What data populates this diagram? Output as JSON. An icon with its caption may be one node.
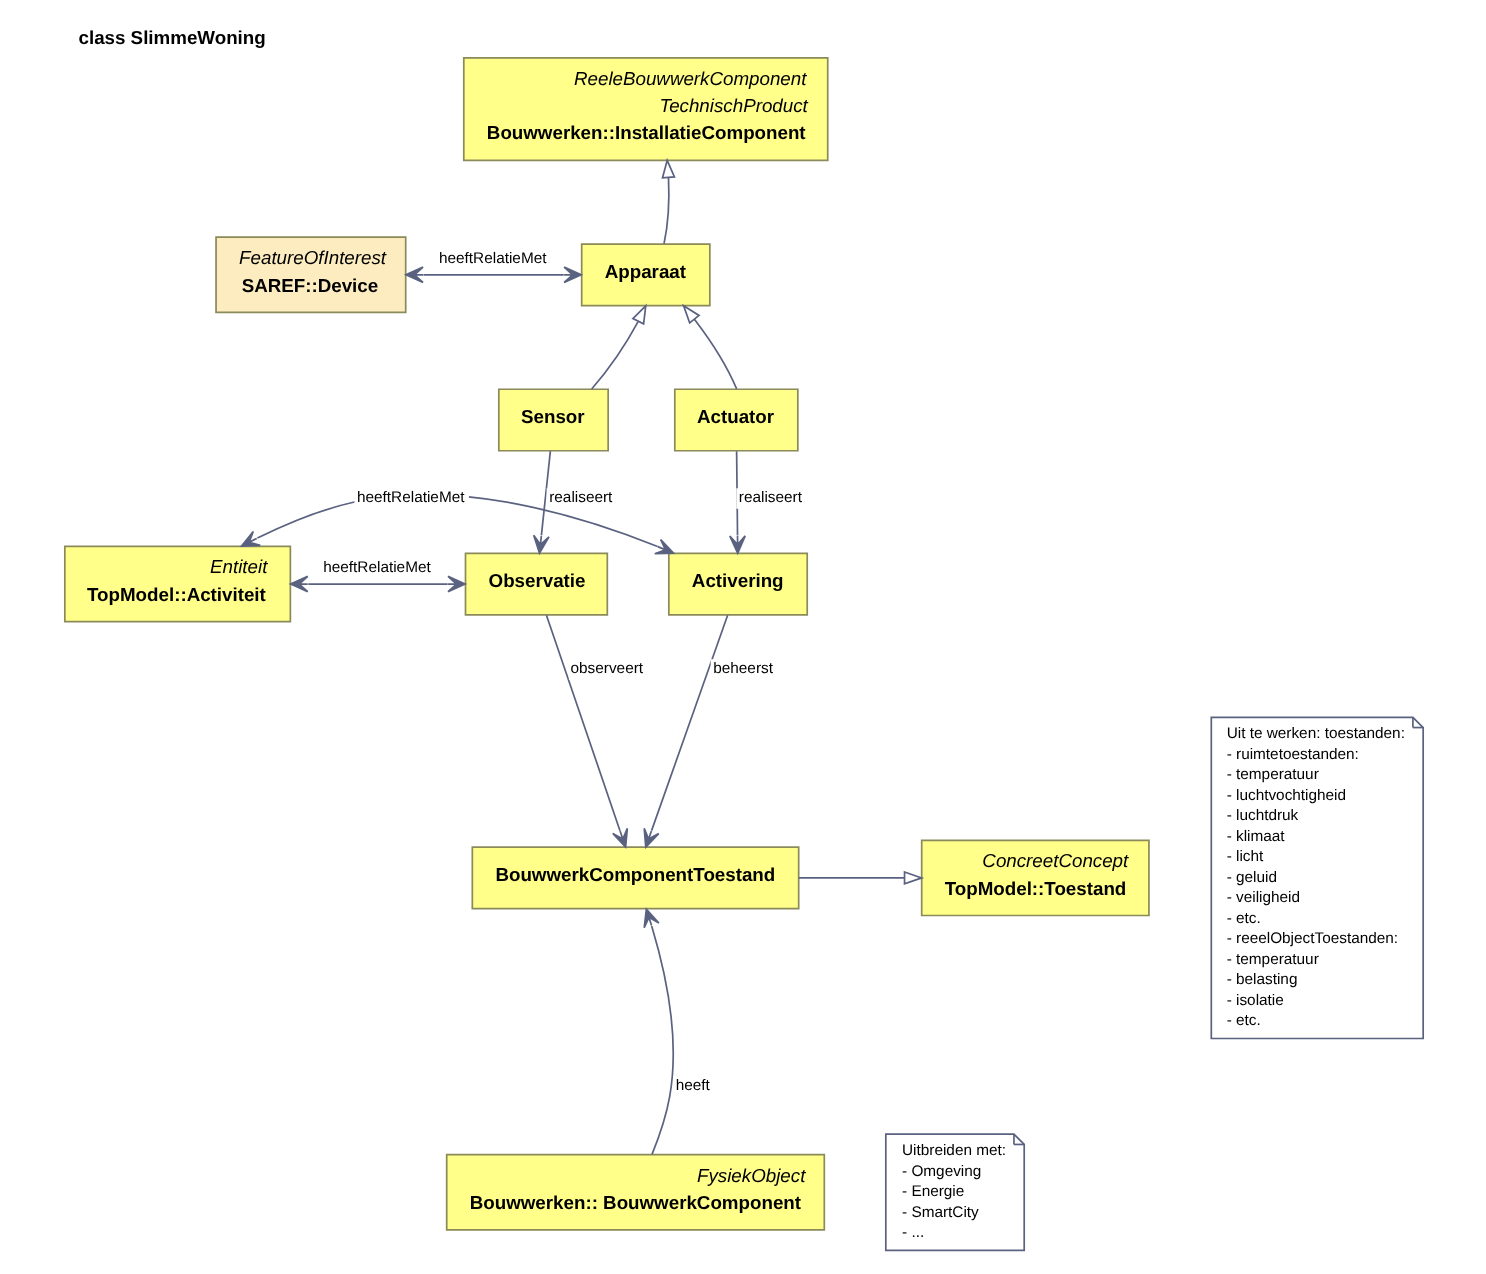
{
  "diagram": {
    "title": "class SlimmeWoning",
    "nodes": [
      {
        "text": [
          "ReeleBouwwerkComponent",
          "TechnischProduct",
          "Bouwwerken::InstallatieComponent"
        ]
      },
      {
        "text": [
          "FeatureOfInterest",
          "SAREF::Device"
        ]
      },
      {
        "text": [
          "Apparaat"
        ]
      },
      {
        "text": [
          "Sensor"
        ]
      },
      {
        "text": [
          "Actuator"
        ]
      },
      {
        "text": [
          "Entiteit",
          "TopModel::Activiteit"
        ]
      },
      {
        "text": [
          "Observatie"
        ]
      },
      {
        "text": [
          "Activering"
        ]
      },
      {
        "text": [
          "ConcreetConcept",
          "TopModel::Toestand"
        ]
      },
      {
        "text": [
          "BouwwerkComponentToestand"
        ]
      },
      {
        "text": [
          "FysiekObject",
          "Bouwwerken:: BouwwerkComponent"
        ]
      },
      {
        "text": [
          "Uit te werken: toestanden:",
          "- ruimtetoestanden:",
          "- temperatuur",
          "- luchtvochtigheid",
          "- luchtdruk",
          "- klimaat",
          "- licht",
          "- geluid",
          "- veiligheid",
          "- etc.",
          "- reeelObjectToestanden:",
          "- temperatuur",
          "- belasting",
          "- isolatie",
          "- etc."
        ]
      },
      {
        "text": [
          "Uitbreiden met:",
          "- Omgeving",
          "- Energie",
          "- SmartCity",
          "- ..."
        ]
      }
    ],
    "edges": [
      {
        "from": 2,
        "to": 0,
        "arrow": "to"
      },
      {
        "from": 1,
        "to": 2,
        "arrow": "both",
        "label": "heeftRelatieMet"
      },
      {
        "from": 3,
        "to": 2,
        "arrow": "to"
      },
      {
        "from": 4,
        "to": 2,
        "arrow": "to"
      },
      {
        "from": 5,
        "to": 6,
        "arrow": "both",
        "label": "heeftRelatieMet"
      },
      {
        "from": 3,
        "to": 6,
        "arrow": "to",
        "label": "realiseert"
      },
      {
        "from": 4,
        "to": 7,
        "arrow": "to",
        "label": "realiseert"
      },
      {
        "from": 5,
        "to": 7,
        "arrow": "both",
        "label": "heeftRelatieMet"
      },
      {
        "from": 6,
        "to": 9,
        "arrow": "to",
        "label": "observeert"
      },
      {
        "from": 7,
        "to": 9,
        "arrow": "to",
        "label": "beheerst"
      },
      {
        "from": 9,
        "to": 8,
        "arrow": "to"
      },
      {
        "from": 10,
        "to": 9,
        "arrow": "to",
        "label": "heeft"
      }
    ]
  }
}
